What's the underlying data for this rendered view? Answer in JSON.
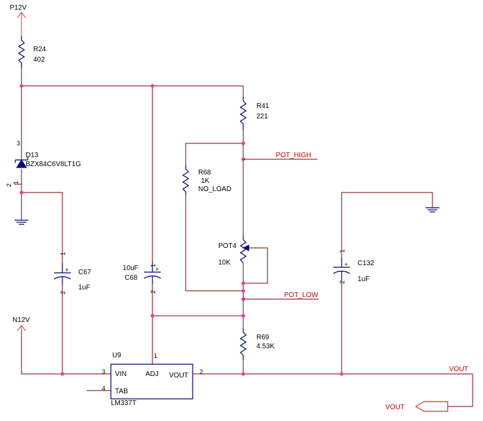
{
  "power": {
    "p12v": "P12V",
    "n12v": "N12V"
  },
  "components": {
    "r24": {
      "ref": "R24",
      "value": "402"
    },
    "d13": {
      "ref": "D13",
      "value": "BZX84C6V8LT1G",
      "pin_a": "3",
      "pin_b": "2",
      "pin_c": "1"
    },
    "c67": {
      "ref": "C67",
      "value": "1uF",
      "pin1": "1",
      "pin2": "2"
    },
    "c68": {
      "ref": "C68",
      "value": "10uF",
      "pin1": "1",
      "pin2": "2"
    },
    "r41": {
      "ref": "R41",
      "value": "221"
    },
    "r68": {
      "ref": "R68",
      "value": "1K",
      "note": "NO_LOAD"
    },
    "pot4": {
      "ref": "POT4",
      "value": "10K"
    },
    "r69": {
      "ref": "R69",
      "value": "4.53K"
    },
    "c132": {
      "ref": "C132",
      "value": "1uF",
      "pin1": "1",
      "pin2": "2"
    },
    "u9": {
      "ref": "U9",
      "part": "LM337T",
      "pins": {
        "vin": "VIN",
        "adj": "ADJ",
        "vout": "VOUT",
        "tab": "TAB"
      },
      "pin_numbers": {
        "vin": "3",
        "adj": "1",
        "vout": "2",
        "tab": "4"
      }
    }
  },
  "nets": {
    "pot_high": "POT_HIGH",
    "pot_low": "POT_LOW",
    "vout": "VOUT",
    "vout_port": "VOUT"
  },
  "colors": {
    "wire": "#800000",
    "component": "#00007a",
    "net_label": "#cc0000",
    "junction": "#e040a0"
  }
}
